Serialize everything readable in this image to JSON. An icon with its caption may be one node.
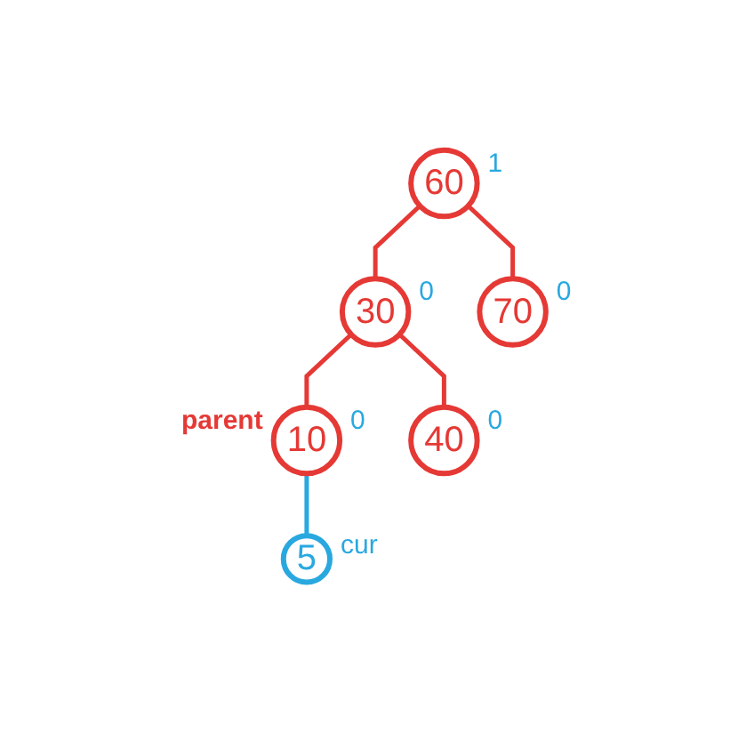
{
  "diagram": {
    "nodes": [
      {
        "text": [
          "60"
        ],
        "beside": [
          "1"
        ]
      },
      {
        "text": [
          "30"
        ],
        "beside": [
          "0"
        ]
      },
      {
        "text": [
          "70"
        ],
        "beside": [
          "0"
        ]
      },
      {
        "text": [
          "10"
        ],
        "beside": [
          "parent",
          "0"
        ]
      },
      {
        "text": [
          "40"
        ],
        "beside": [
          "0"
        ]
      },
      {
        "text": [
          "5"
        ],
        "beside": [
          "cur"
        ]
      }
    ],
    "edges": [
      {
        "from": 0,
        "to": 1,
        "arrow": "none"
      },
      {
        "from": 0,
        "to": 2,
        "arrow": "none"
      },
      {
        "from": 1,
        "to": 3,
        "arrow": "none"
      },
      {
        "from": 1,
        "to": 4,
        "arrow": "none"
      },
      {
        "from": 3,
        "to": 5,
        "arrow": "none",
        "color": "#29a8e0"
      }
    ]
  }
}
